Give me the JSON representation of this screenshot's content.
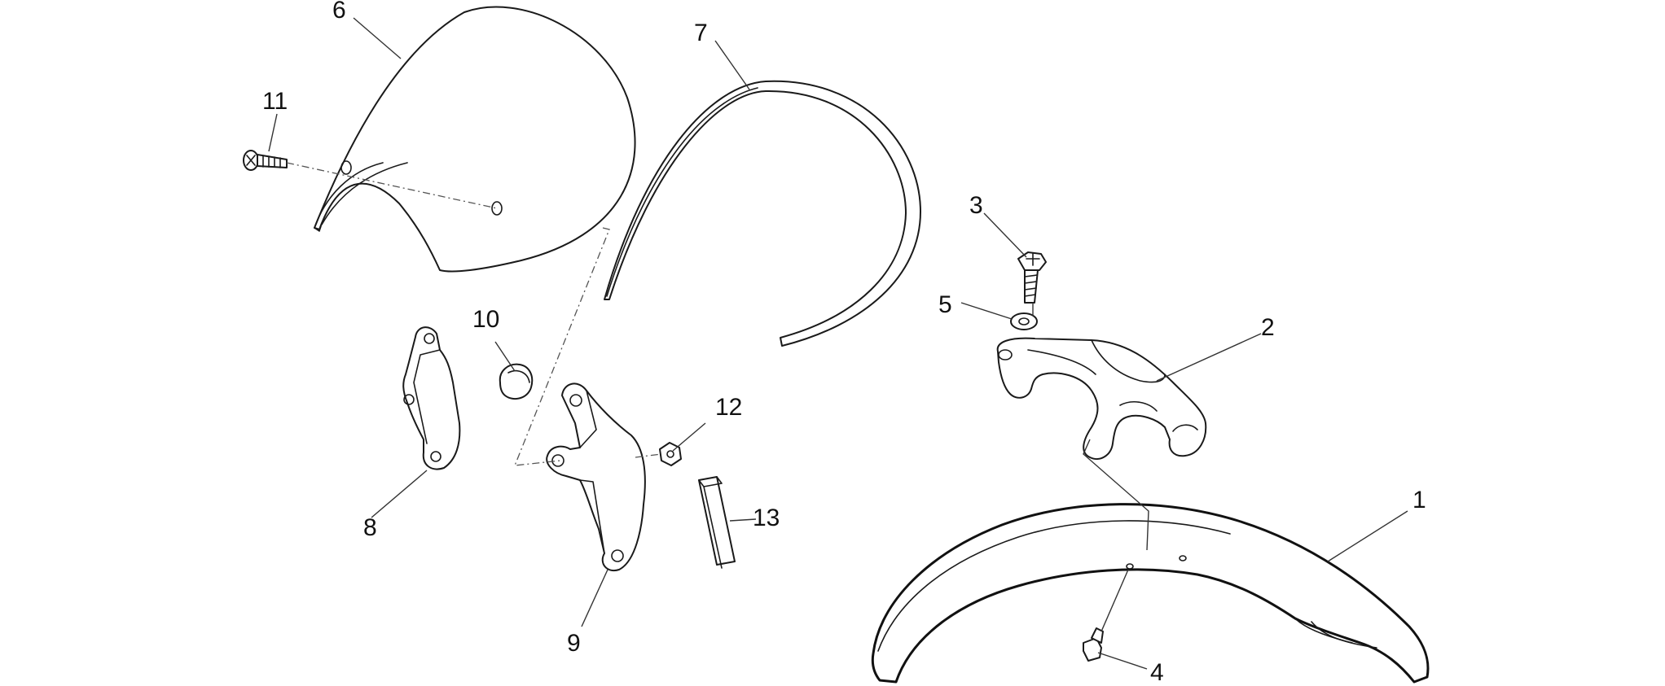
{
  "diagram": {
    "parts": [
      {
        "id": "1",
        "name": "front-mudguard"
      },
      {
        "id": "2",
        "name": "mudguard-bracket"
      },
      {
        "id": "3",
        "name": "bolt"
      },
      {
        "id": "4",
        "name": "screw"
      },
      {
        "id": "5",
        "name": "washer"
      },
      {
        "id": "6",
        "name": "windshield"
      },
      {
        "id": "7",
        "name": "windshield-edge-trim"
      },
      {
        "id": "8",
        "name": "left-windshield-bracket"
      },
      {
        "id": "9",
        "name": "right-windshield-bracket"
      },
      {
        "id": "10",
        "name": "rubber-grommet"
      },
      {
        "id": "11",
        "name": "windshield-screw"
      },
      {
        "id": "12",
        "name": "nut"
      },
      {
        "id": "13",
        "name": "rubber-pad"
      }
    ]
  }
}
